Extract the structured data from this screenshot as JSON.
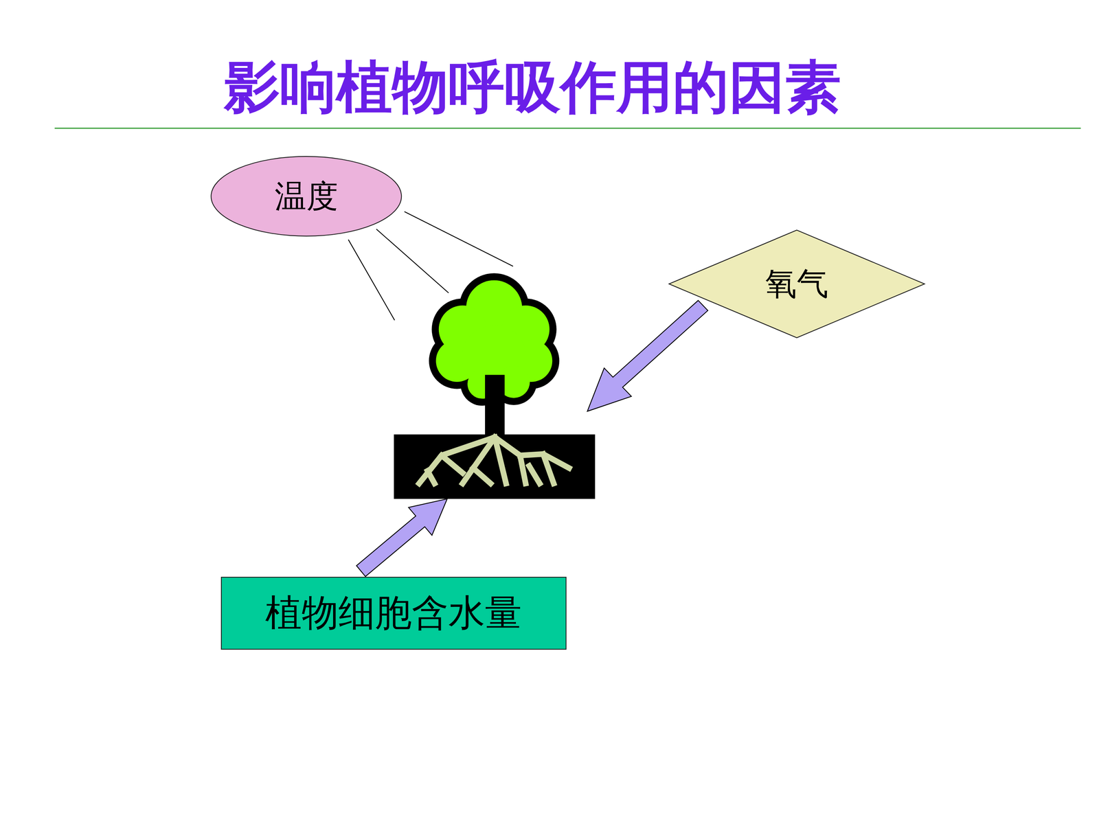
{
  "diagram": {
    "title": "影响植物呼吸作用的因素",
    "nodes": [
      {
        "text": [
          "温度"
        ]
      },
      {
        "text": [
          "氧气"
        ]
      },
      {
        "text": [
          "植物细胞含水量"
        ]
      }
    ]
  }
}
